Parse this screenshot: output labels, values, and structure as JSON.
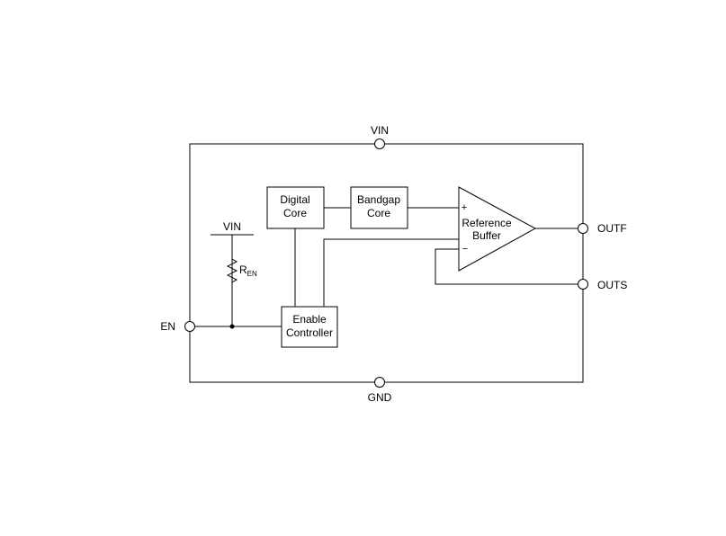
{
  "pins": {
    "vin_top": "VIN",
    "gnd": "GND",
    "en": "EN",
    "outf": "OUTF",
    "outs": "OUTS"
  },
  "blocks": {
    "digital_core": [
      "Digital",
      "Core"
    ],
    "bandgap_core": [
      "Bandgap",
      "Core"
    ],
    "enable_controller": [
      "Enable",
      "Controller"
    ],
    "reference_buffer": [
      "Reference",
      "Buffer"
    ]
  },
  "resistor": {
    "supply_label": "VIN",
    "name_main": "R",
    "name_sub": "EN"
  },
  "amplifier": {
    "plus_sign": "+",
    "minus_sign": "−"
  }
}
